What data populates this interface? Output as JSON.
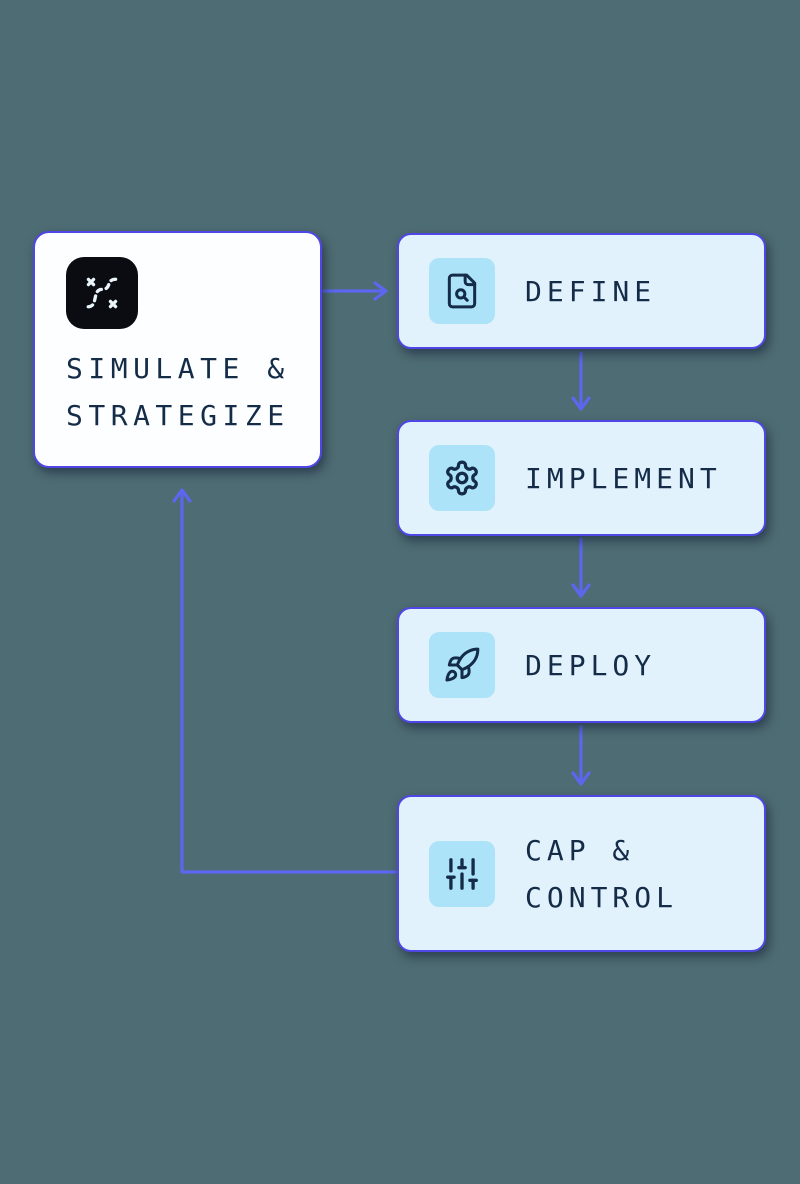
{
  "diagram": {
    "cycle_node": {
      "label": "SIMULATE & STRATEGIZE",
      "icon": "strategy-icon"
    },
    "steps": [
      {
        "label": "DEFINE",
        "icon": "file-search-icon"
      },
      {
        "label": "IMPLEMENT",
        "icon": "gear-icon"
      },
      {
        "label": "DEPLOY",
        "icon": "rocket-icon"
      },
      {
        "label": "CAP & CONTROL",
        "icon": "sliders-icon"
      }
    ],
    "colors": {
      "background": "#4e6c73",
      "arrow": "#5b67ee",
      "box_border": "#4f46e5",
      "step_box_fill": "#e1f2fd",
      "icon_tile_fill": "#ade3f8",
      "cycle_box_fill": "#fdfeff",
      "cycle_icon_tile_fill": "#0b0b12",
      "text": "#142c47"
    }
  }
}
